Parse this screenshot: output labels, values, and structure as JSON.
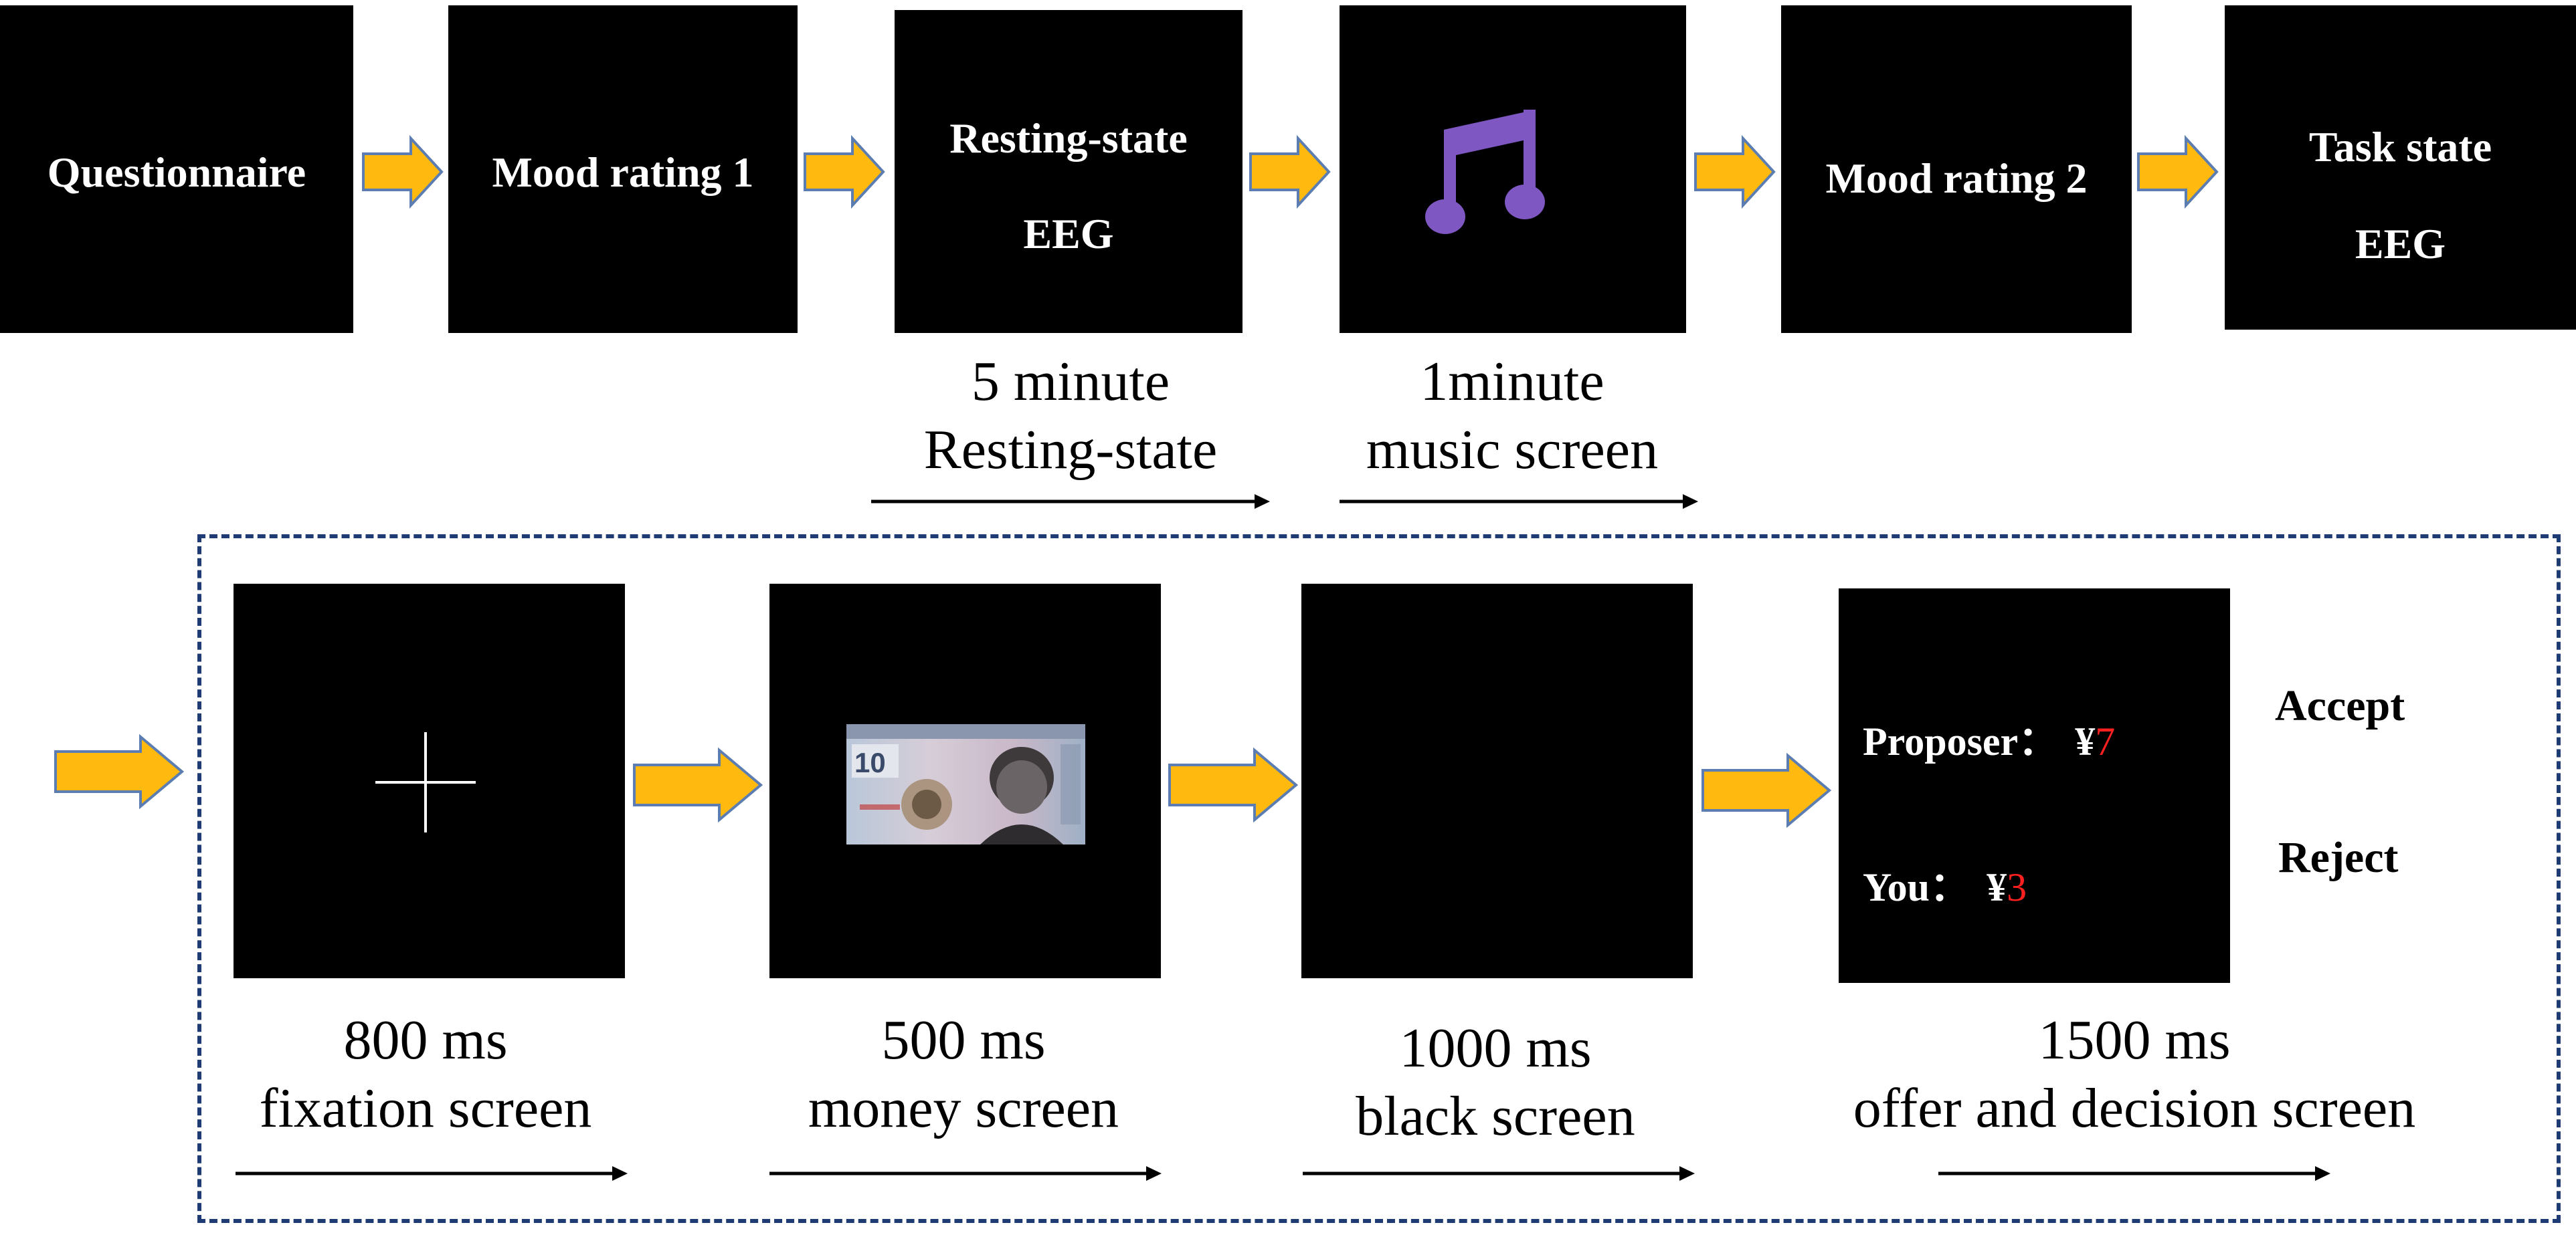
{
  "top_row": {
    "questionnaire": "Questionnaire",
    "mood_rating_1": "Mood rating 1",
    "resting_state": [
      "Resting-state",
      "EEG"
    ],
    "mood_rating_2": "Mood rating 2",
    "task_state": [
      "Task state",
      "EEG"
    ]
  },
  "top_captions": {
    "resting": [
      "5 minute",
      "Resting-state"
    ],
    "music": [
      "1minute",
      "music screen"
    ]
  },
  "trial_captions": {
    "fixation": [
      "800 ms",
      "fixation screen"
    ],
    "money": [
      "500 ms",
      "money screen"
    ],
    "black": [
      "1000 ms",
      "black screen"
    ],
    "offer": [
      "1500 ms",
      "offer and decision screen"
    ]
  },
  "offer_screen": {
    "proposer_label": "Proposer：",
    "proposer_currency": "¥",
    "proposer_amount": "7",
    "you_label": "You：",
    "you_currency": "¥",
    "you_amount": "3"
  },
  "decisions": {
    "accept": "Accept",
    "reject": "Reject"
  },
  "icons": {
    "music": "music-note-icon",
    "fixation": "fixation-cross-icon",
    "banknote": "banknote-10-yuan-image",
    "flow_arrow": "flow-arrow-icon"
  },
  "colors": {
    "arrow_fill": "#FFB90F",
    "arrow_stroke": "#5B7DB1",
    "music_note": "#7E57C2",
    "dashed_border": "#1F3B73",
    "amount_text": "#FF2020"
  }
}
